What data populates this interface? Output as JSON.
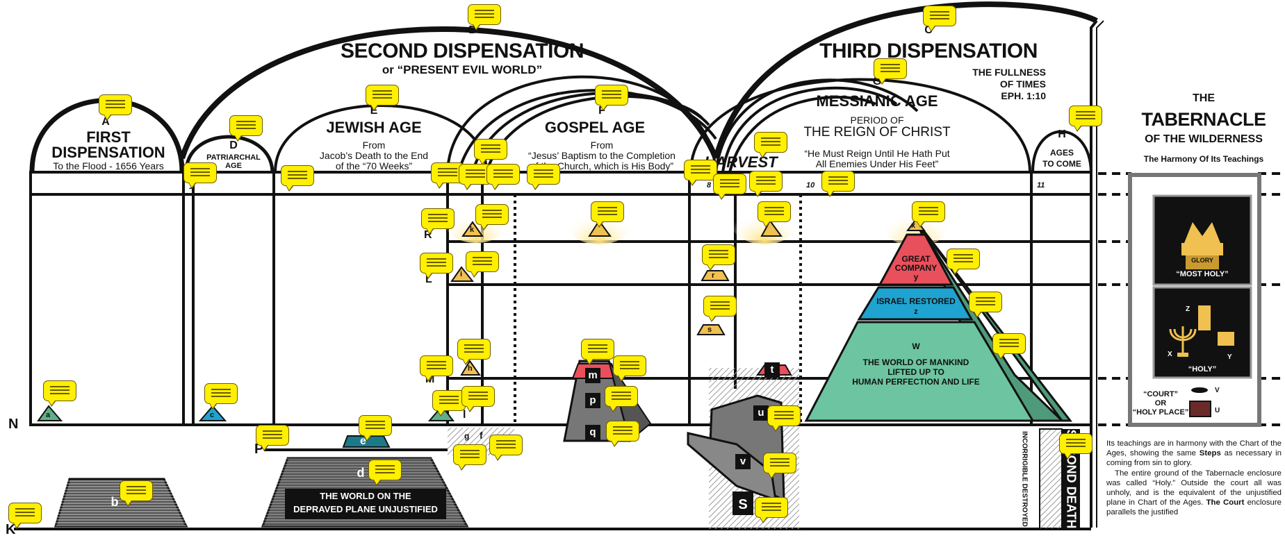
{
  "dispensations": {
    "first": {
      "letter": "A",
      "title_line1": "FIRST",
      "title_line2": "DISPENSATION",
      "subtitle": "To the Flood - 1656 Years"
    },
    "second": {
      "letter": "B",
      "title": "SECOND DISPENSATION",
      "subtitle": "or “PRESENT EVIL WORLD”"
    },
    "third": {
      "letter": "C",
      "title": "THIRD DISPENSATION",
      "fullness_line1": "THE FULLNESS",
      "fullness_line2": "OF TIMES",
      "fullness_line3": "EPH. 1:10"
    }
  },
  "ages": {
    "patriarchal": {
      "letter": "D",
      "line1": "PATRIARCHAL",
      "line2": "AGE"
    },
    "jewish": {
      "letter": "E",
      "title": "JEWISH AGE",
      "line1": "From",
      "line2": "Jacob’s Death to the End",
      "line3": "of the “70 Weeks”"
    },
    "gospel": {
      "letter": "F",
      "title": "GOSPEL AGE",
      "line1": "From",
      "line2": "“Jesus’ Baptism to the Completion",
      "line3": "of the Church, which is His Body”"
    },
    "harvest": {
      "title": "HARVEST"
    },
    "messianic": {
      "letter": "G",
      "title": "MESSIANIC AGE",
      "line1": "PERIOD OF",
      "line2": "THE REIGN OF CHRIST",
      "line3": "“He Must Reign Until He Hath Put",
      "line4": "All Enemies Under His Feet”"
    },
    "to_come": {
      "letter": "H",
      "line1": "AGES",
      "line2": "TO COME"
    }
  },
  "row_numbers": {
    "n1": "1",
    "n8": "8",
    "n10": "10",
    "n11": "11"
  },
  "plane_labels": {
    "N": "N",
    "P": "P",
    "K": "K",
    "R": "R",
    "L": "L",
    "M": "M"
  },
  "figures": {
    "a": "a",
    "b": "b",
    "c": "c",
    "d": "d",
    "e": "e",
    "f": "f",
    "g": "g",
    "h": "h",
    "i": "i",
    "k": "k",
    "l": "l",
    "m": "m",
    "p": "p",
    "q": "q",
    "r": "r",
    "s": "s",
    "t": "t",
    "u": "u",
    "v": "v",
    "S": "S",
    "x": "x"
  },
  "world_plane": {
    "line1": "THE WORLD ON THE",
    "line2": "DEPRAVED PLANE UNJUSTIFIED"
  },
  "pyramid": {
    "great_company_1": "GREAT",
    "great_company_2": "COMPANY",
    "great_company_3": "y",
    "israel_1": "ISRAEL RESTORED",
    "israel_2": "z",
    "world_1": "W",
    "world_2": "THE WORLD OF MANKIND",
    "world_3": "LIFTED UP TO",
    "world_4": "HUMAN PERFECTION AND LIFE"
  },
  "second_death": {
    "title": "SECOND DEATH",
    "side": "INCORRIGIBLE DESTROYED"
  },
  "tabernacle": {
    "the": "THE",
    "title": "TABERNACLE",
    "sub": "OF THE WILDERNESS",
    "harmony": "The Harmony Of Its Teachings",
    "glory": "GLORY",
    "most_holy": "“MOST HOLY”",
    "holy": "“HOLY”",
    "z": "Z",
    "x": "X",
    "y": "Y",
    "v": "V",
    "u": "U",
    "court_1": "“COURT”",
    "court_2": "OR",
    "court_3": "“HOLY PLACE”"
  },
  "side_text": {
    "p1_a": "Its teachings are in harmony with the Chart of the Ages, showing the same ",
    "p1_bold": "Steps",
    "p1_b": " as necessary in coming from sin to glory.",
    "p2_a": "The entire ground of the Tabernacle enclosure was called “Holy.” Outside the court all was unholy, and is the equivalent of the unjustified plane in Chart of the Ages. ",
    "p2_bold": "The Court",
    "p2_b": " enclosure parallels the justified"
  },
  "colors": {
    "bubble": "#ffef00",
    "pyramid_red": "#e8505b",
    "pyramid_blue": "#1fa3d0",
    "pyramid_green": "#6cc5a0",
    "figure_gold": "#f0c050",
    "gray": "#808080"
  }
}
